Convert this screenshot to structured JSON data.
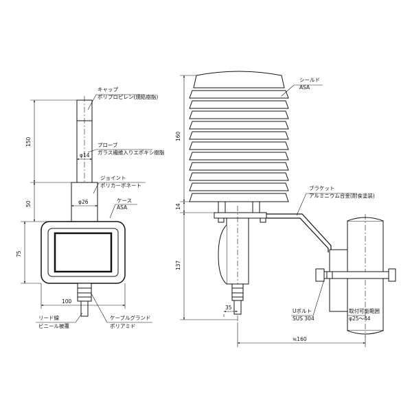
{
  "front_view": {
    "cap": {
      "name": "キャップ",
      "material": "ポリプロピレン(焼結樹脂)"
    },
    "probe": {
      "name": "プローブ",
      "material": "ガラス繊維入りエポキシ樹脂"
    },
    "probe_diameter": "φ14",
    "joint": {
      "name": "ジョイント",
      "material": "ポリカーボネート"
    },
    "joint_diameter": "φ26",
    "case": {
      "name": "ケース",
      "material": "ASA"
    },
    "dims": {
      "probe_length": "150",
      "joint_length": "50",
      "case_height": "75",
      "case_width": "100"
    },
    "lead": {
      "name": "リード線",
      "material": "ビニール被覆"
    },
    "gland": {
      "name": "ケーブルグランド",
      "material": "ポリアミド"
    }
  },
  "side_view": {
    "shield": {
      "name": "シールド",
      "material": "ASA"
    },
    "bracket": {
      "name": "ブラケット",
      "material": "アルミニウム合金(耐食塗装)"
    },
    "ubolt": {
      "name": "Uボルト",
      "material": "SUS 304"
    },
    "mount_range": {
      "label": "取付可能範囲",
      "value": "φ25～44"
    },
    "dims": {
      "shield_height": "160",
      "gap": "14",
      "lower_height": "137",
      "probe_offset": "35",
      "reach": "≒160"
    }
  }
}
